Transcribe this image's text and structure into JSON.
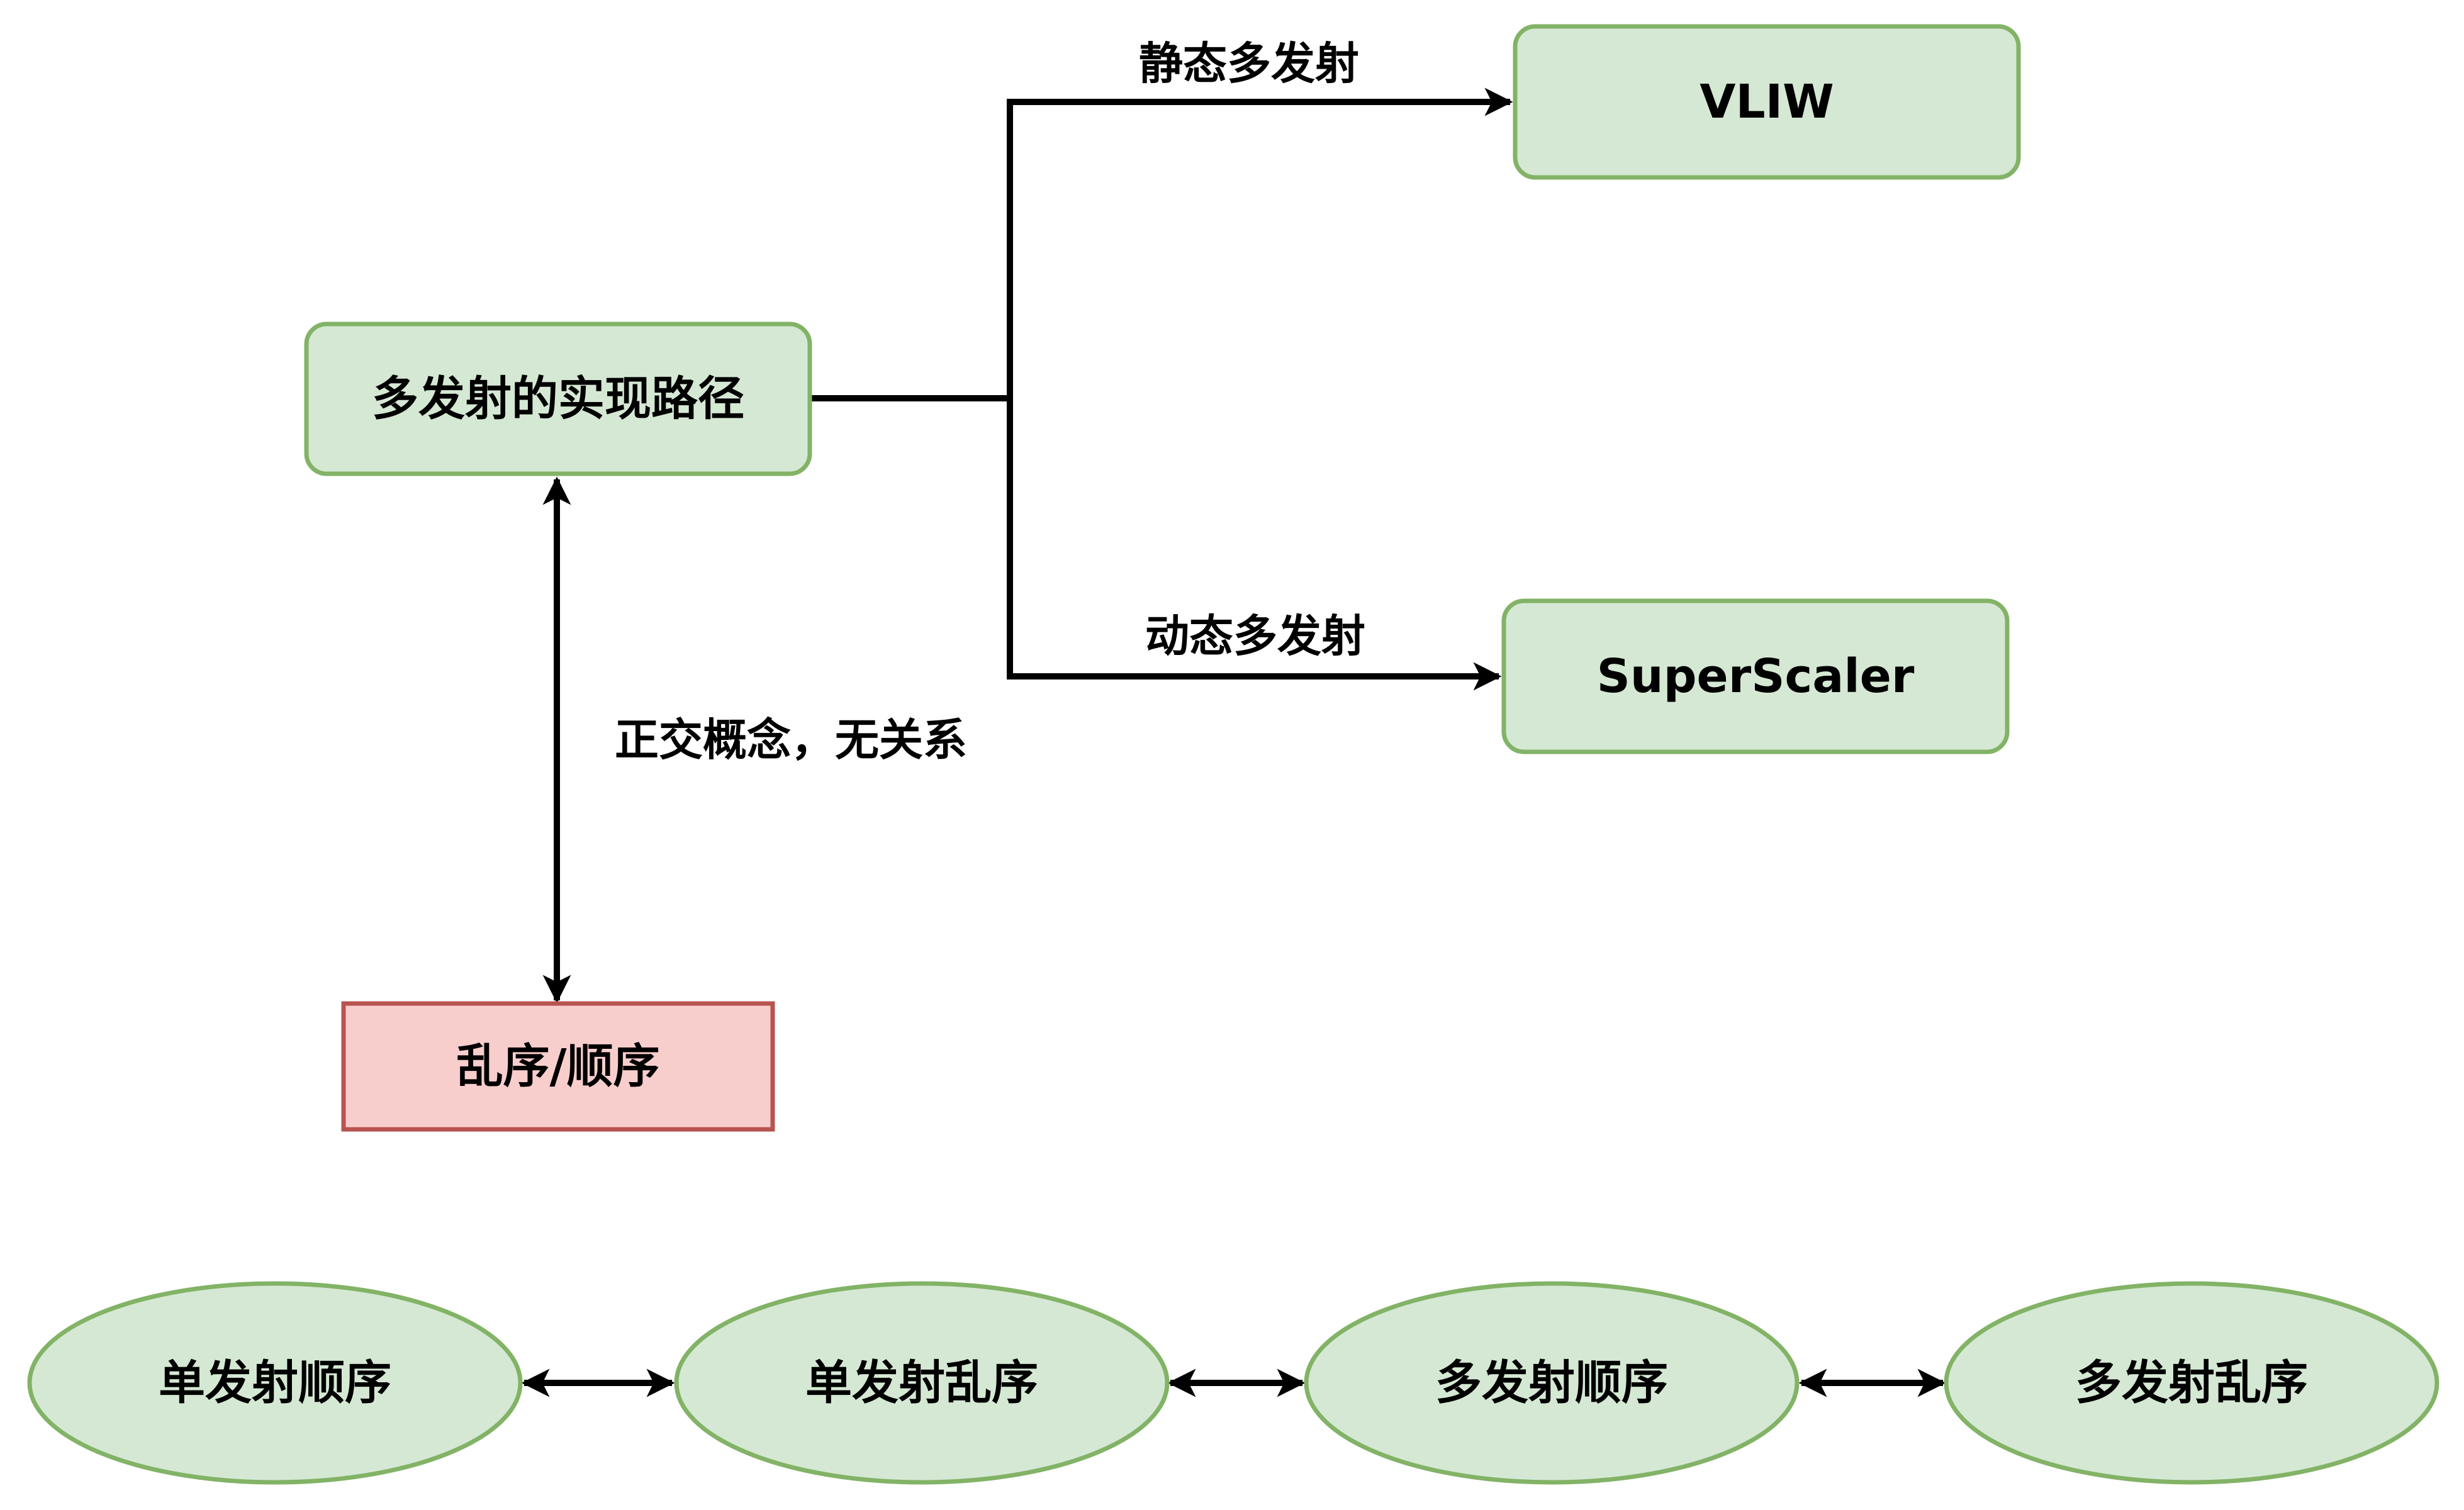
{
  "diagram": {
    "nodes": {
      "root": "多发射的实现路径",
      "vliw": "VLIW",
      "superscaler": "SuperScaler",
      "order": "乱序/顺序",
      "chain": [
        "单发射顺序",
        "单发射乱序",
        "多发射顺序",
        "多发射乱序"
      ]
    },
    "edges": {
      "static": "静态多发射",
      "dynamic": "动态多发射",
      "orthogonal": "正交概念，无关系"
    }
  },
  "colors": {
    "green_fill": "#d5e8d4",
    "green_stroke": "#82b366",
    "red_fill": "#f8cecc",
    "red_stroke": "#b85450",
    "line": "#000000"
  }
}
